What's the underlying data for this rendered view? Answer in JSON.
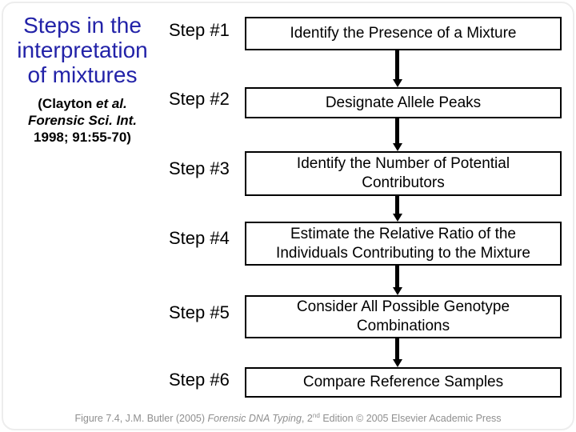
{
  "title": {
    "line1": "Steps in the",
    "line2": "interpretation",
    "line3": "of mixtures"
  },
  "citation": {
    "line1_normal": "(Clayton ",
    "line1_italic": "et al.",
    "line2_italic": "Forensic Sci. Int.",
    "line3": "1998; 91:55-70)"
  },
  "steps": [
    {
      "label": "Step #1",
      "text": "Identify the Presence of a Mixture"
    },
    {
      "label": "Step #2",
      "text": "Designate Allele Peaks"
    },
    {
      "label": "Step #3",
      "text": "Identify the Number of Potential Contributors"
    },
    {
      "label": "Step #4",
      "text": "Estimate the Relative Ratio of the Individuals Contributing to the Mixture"
    },
    {
      "label": "Step #5",
      "text": "Consider All Possible Genotype Combinations"
    },
    {
      "label": "Step #6",
      "text": "Compare Reference Samples"
    }
  ],
  "footer": {
    "prefix": "Figure 7.4, J.M. Butler (2005) ",
    "book_title": "Forensic DNA Typing",
    "middle": ", 2",
    "superscript": "nd",
    "suffix": " Edition © 2005 Elsevier Academic Press"
  },
  "colors": {
    "title_blue": "#2222A8",
    "box_border": "#000000",
    "arrow_black": "#000000",
    "footer_gray": "#8F8F8F"
  }
}
